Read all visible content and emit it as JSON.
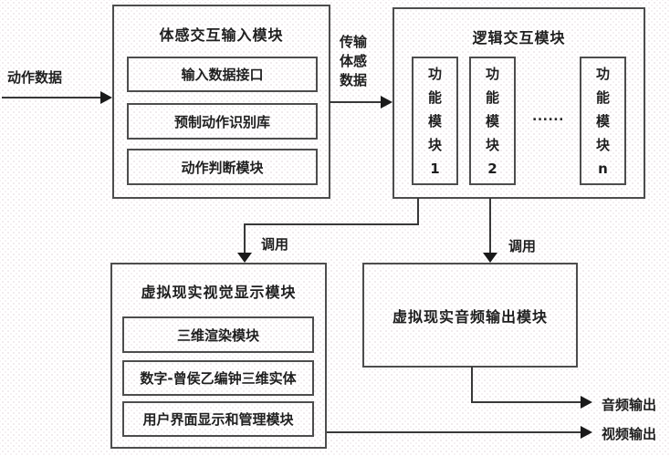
{
  "modules": {
    "input": {
      "title": "体感交互输入模块",
      "items": [
        "输入数据接口",
        "预制动作识别库",
        "动作判断模块"
      ]
    },
    "logic": {
      "title": "逻辑交互模块",
      "func_modules": [
        "功能模块1",
        "功能模块2",
        "功能模块n"
      ],
      "ellipsis": "......"
    },
    "visual": {
      "title": "虚拟现实视觉显示模块",
      "items": [
        "三维渲染模块",
        "数字-曾侯乙编钟三维实体",
        "用户界面显示和管理模块"
      ]
    },
    "audio": {
      "title": "虚拟现实音频输出模块"
    }
  },
  "labels": {
    "action_data": "动作数据",
    "transfer_data": "传输\n体感\n数据",
    "call_visual": "调用",
    "call_audio": "调用",
    "audio_output": "音频输出",
    "video_output": "视频输出"
  },
  "colors": {
    "box_border": "#4d4d4d",
    "line": "#383838",
    "arrowhead": "#1a1a1a",
    "text": "#1f1f1f"
  }
}
